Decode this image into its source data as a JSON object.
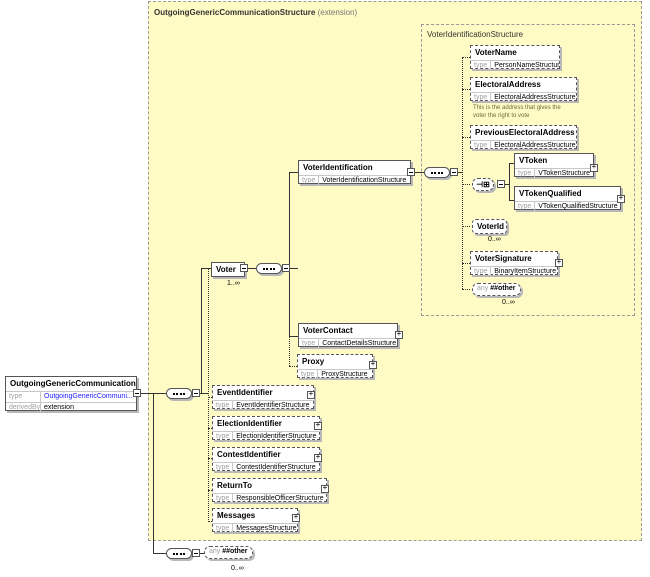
{
  "root": {
    "name": "OutgoingGenericCommunication",
    "rows": [
      {
        "key": "type",
        "value": "OutgoingGenericCommuni..."
      },
      {
        "key": "derivedBy",
        "value": "extension"
      }
    ]
  },
  "extension": {
    "title": "OutgoingGenericCommunicationStructure",
    "qualifier": "(extension)"
  },
  "voter": {
    "name": "Voter",
    "cardinality": "1..∞"
  },
  "voter_identification": {
    "name": "VoterIdentification",
    "type_key": "type",
    "type": "VoterIdentificationStructure"
  },
  "voter_contact": {
    "name": "VoterContact",
    "type_key": "type",
    "type": "ContactDetailsStructure"
  },
  "proxy": {
    "name": "Proxy",
    "type_key": "type",
    "type": "ProxyStructure"
  },
  "inner_structure": {
    "title": "VoterIdentificationStructure",
    "voter_name": {
      "name": "VoterName",
      "type_key": "type",
      "type": "PersonNameStructure"
    },
    "electoral_address": {
      "name": "ElectoralAddress",
      "type_key": "type",
      "type": "ElectoralAddressStructure",
      "description_line1": "This is the address that gives the",
      "description_line2": "voter the right to vote"
    },
    "previous_electoral_address": {
      "name": "PreviousElectoralAddress",
      "type_key": "type",
      "type": "ElectoralAddressStructure"
    },
    "vtoken": {
      "name": "VToken",
      "type_key": "type",
      "type": "VTokenStructure"
    },
    "vtoken_qualified": {
      "name": "VTokenQualified",
      "type_key": "type",
      "type": "VTokenQualifiedStructure"
    },
    "voter_id": {
      "name": "VoterId",
      "cardinality": "0..∞"
    },
    "voter_signature": {
      "name": "VoterSignature",
      "type_key": "type",
      "type": "BinaryItemStructure"
    },
    "any_other": {
      "key": "any",
      "value": "##other",
      "cardinality": "0..∞"
    }
  },
  "event_identifier": {
    "name": "EventIdentifier",
    "type_key": "type",
    "type": "EventIdentifierStructure"
  },
  "election_identifier": {
    "name": "ElectionIdentifier",
    "type_key": "type",
    "type": "ElectionIdentifierStructure"
  },
  "contest_identifier": {
    "name": "ContestIdentifier",
    "type_key": "type",
    "type": "ContestIdentifierStructure"
  },
  "return_to": {
    "name": "ReturnTo",
    "type_key": "type",
    "type": "ResponsibleOfficerStructure"
  },
  "messages": {
    "name": "Messages",
    "type_key": "type",
    "type": "MessagesStructure"
  },
  "root_any": {
    "key": "any",
    "value": "##other",
    "cardinality": "0..∞"
  },
  "colors": {
    "background": "#fffbc4",
    "border": "#555555",
    "link": "#1a1aff"
  }
}
